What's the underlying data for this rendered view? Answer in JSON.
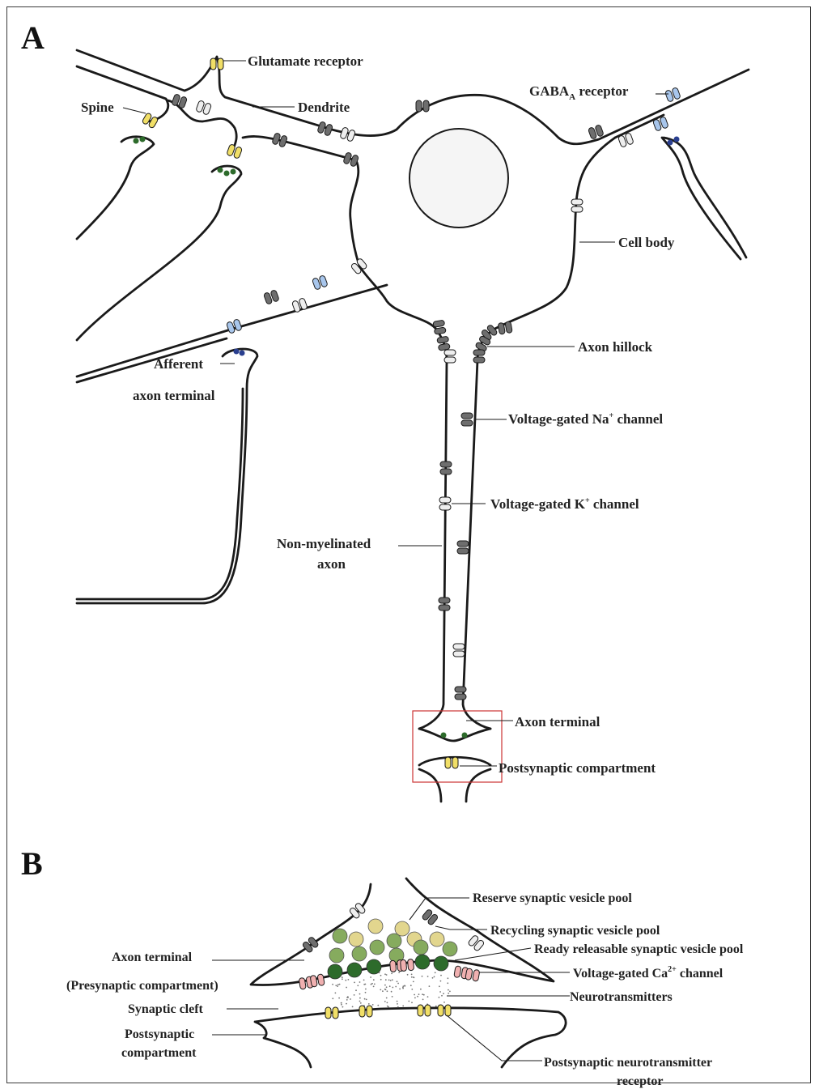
{
  "panels": {
    "a": "A",
    "b": "B"
  },
  "colors": {
    "glutamate_receptor": "#f1df67",
    "gaba_receptor": "#a8c6ec",
    "na_channel": "#6e6e6e",
    "k_channel": "#eeeeee",
    "ca_channel": "#f0b0b0",
    "vesicle_green_dark": "#2d6b2b",
    "vesicle_green_mid": "#86ab5e",
    "vesicle_yellow": "#e2d68e",
    "gaba_vesicle": "#2a3f8f",
    "highlight_box": "#cc3333"
  },
  "panel_a": {
    "glutamate_receptor": "Glutamate receptor",
    "spine": "Spine",
    "dendrite": "Dendrite",
    "gaba_receptor_main": "GABA",
    "gaba_receptor_sub": "A",
    "gaba_receptor_suffix": " receptor",
    "cell_body": "Cell body",
    "axon_hillock": "Axon hillock",
    "afferent": "Afferent",
    "afferent_axon_terminal": "axon terminal",
    "na_channel_prefix": "Voltage-gated Na",
    "na_channel_sup": "+",
    "na_channel_suffix": " channel",
    "k_channel_prefix": "Voltage-gated K",
    "k_channel_sup": "+",
    "k_channel_suffix": " channel",
    "non_myelinated": "Non-myelinated",
    "axon": "axon",
    "axon_terminal": "Axon terminal",
    "postsynaptic_compartment": "Postsynaptic compartment"
  },
  "panel_b": {
    "reserve_pool": "Reserve synaptic vesicle pool",
    "recycling_pool": "Recycling synaptic vesicle pool",
    "ready_pool": "Ready releasable synaptic vesicle pool",
    "ca_channel_prefix": "Voltage-gated Ca",
    "ca_channel_sup": "2+",
    "ca_channel_suffix": " channel",
    "neurotransmitters": "Neurotransmitters",
    "axon_terminal": "Axon terminal",
    "presynaptic": "(Presynaptic compartment)",
    "synaptic_cleft": "Synaptic cleft",
    "postsynaptic_1": "Postsynaptic",
    "postsynaptic_2": "compartment",
    "receptor_1": "Postsynaptic neurotransmitter",
    "receptor_2": "receptor"
  }
}
